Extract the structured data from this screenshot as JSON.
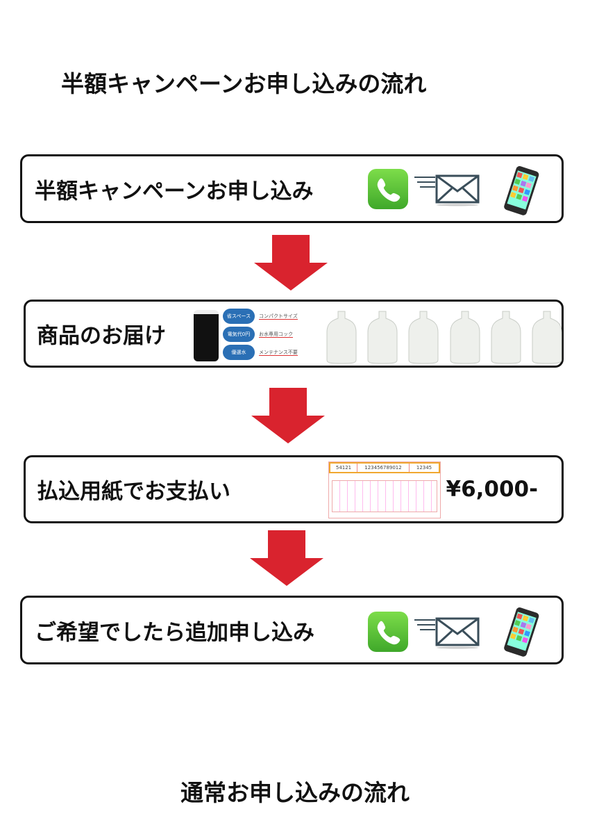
{
  "heading_top": "半額キャンペーンお申し込みの流れ",
  "steps": [
    {
      "label": "半額キャンペーンお申し込み"
    },
    {
      "label": "商品のお届け",
      "server_badges": [
        "省スペース",
        "電気代0円",
        "優選水"
      ],
      "server_features": [
        "コンパクトサイズ",
        "お水専用コック",
        "メンテナンス不要"
      ]
    },
    {
      "label": "払込用紙でお支払い",
      "price": "¥6,000-",
      "slip_fields": [
        "54121",
        "123456789012",
        "12345"
      ]
    },
    {
      "label": "ご希望でしたら追加申し込み"
    }
  ],
  "heading_bottom": "通常お申し込みの流れ",
  "colors": {
    "arrow": "#d9232e",
    "border": "#111111",
    "phone": "#4cbb2e",
    "mail": "#3a4e5a"
  }
}
